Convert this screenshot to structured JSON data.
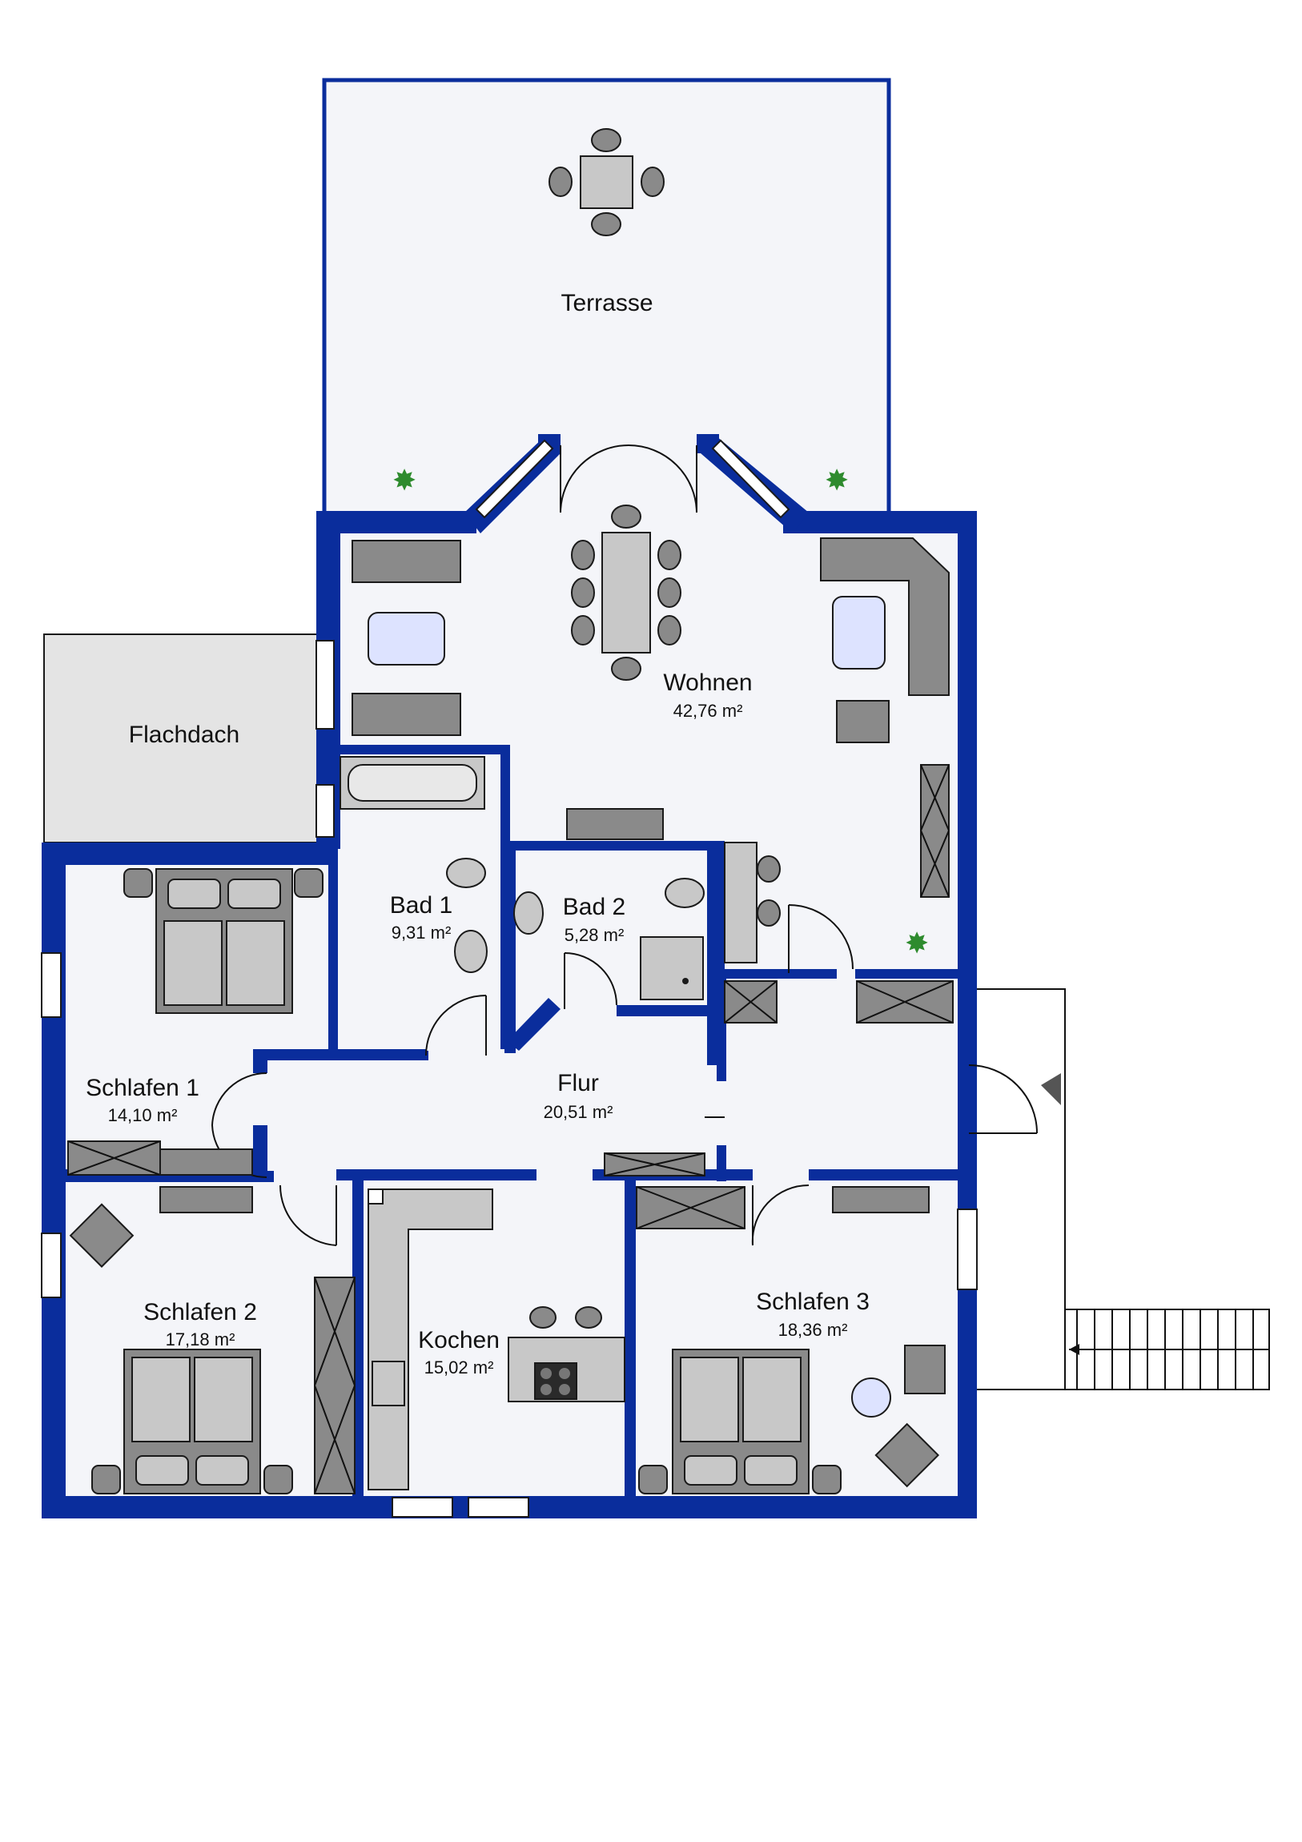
{
  "rooms": {
    "terrasse": {
      "name": "Terrasse"
    },
    "flachdach": {
      "name": "Flachdach"
    },
    "wohnen": {
      "name": "Wohnen",
      "area": "42,76 m²"
    },
    "bad1": {
      "name": "Bad 1",
      "area": "9,31 m²"
    },
    "bad2": {
      "name": "Bad 2",
      "area": "5,28 m²"
    },
    "schlafen1": {
      "name": "Schlafen 1",
      "area": "14,10 m²"
    },
    "flur": {
      "name": "Flur",
      "area": "20,51 m²"
    },
    "schlafen2": {
      "name": "Schlafen 2",
      "area": "17,18 m²"
    },
    "kochen": {
      "name": "Kochen",
      "area": "15,02 m²"
    },
    "schlafen3": {
      "name": "Schlafen 3",
      "area": "18,36 m²"
    }
  },
  "colors": {
    "wall": "#0a2d9c",
    "floor": "#f4f5f9",
    "flat_roof": "#e4e4e4",
    "furniture": "#8a8a8a",
    "glass_table": "#dde3ff",
    "plant": "#2e8b2e"
  },
  "icons": [
    "chair-icon",
    "table-icon",
    "sofa-icon",
    "bed-icon",
    "bathtub-icon",
    "toilet-icon",
    "sink-icon",
    "shower-icon",
    "stove-icon",
    "plant-icon",
    "wardrobe-icon",
    "stairs-icon",
    "entrance-arrow-icon"
  ]
}
